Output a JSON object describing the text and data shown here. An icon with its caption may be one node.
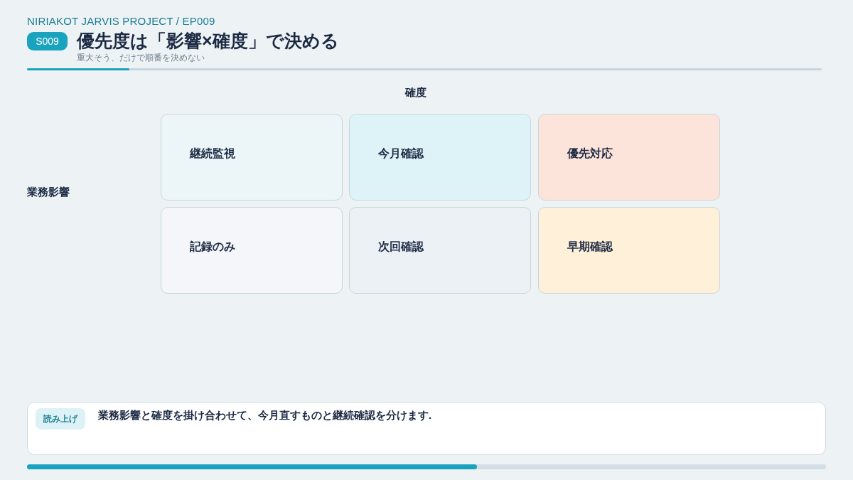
{
  "diagram": {
    "title": "優先度は「影響×確度」で決める",
    "nodes": [
      {
        "text": [
          "S009"
        ]
      },
      {
        "text": [
          "継続監視"
        ]
      },
      {
        "text": [
          "今月確認"
        ]
      },
      {
        "text": [
          "優先対応"
        ]
      },
      {
        "text": [
          "記録のみ"
        ]
      },
      {
        "text": [
          "次回確認"
        ]
      },
      {
        "text": [
          "早期確認"
        ]
      },
      {
        "text": [
          "業務影響と確度を掛け合わせて、今月直すものと継続確認を分けます."
        ]
      },
      {
        "text": [
          "読み上げ"
        ],
        "in": 7
      }
    ],
    "labels": [
      "NIRIAKOT JARVIS PROJECT / EP009",
      "重大そう、だけで順番を決めない",
      "確度",
      "業務影響"
    ]
  }
}
